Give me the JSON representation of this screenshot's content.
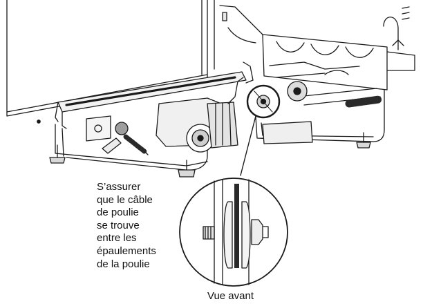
{
  "diagram": {
    "callout_lines": [
      "S’assurer",
      "que le câble",
      "de poulie",
      "se trouve",
      "entre les",
      "épaulements",
      "de la poulie"
    ],
    "detail_label": "Vue avant"
  },
  "colors": {
    "line": "#1a1a1a",
    "shade": "#bdbdbd",
    "dark": "#2a2a2a"
  }
}
